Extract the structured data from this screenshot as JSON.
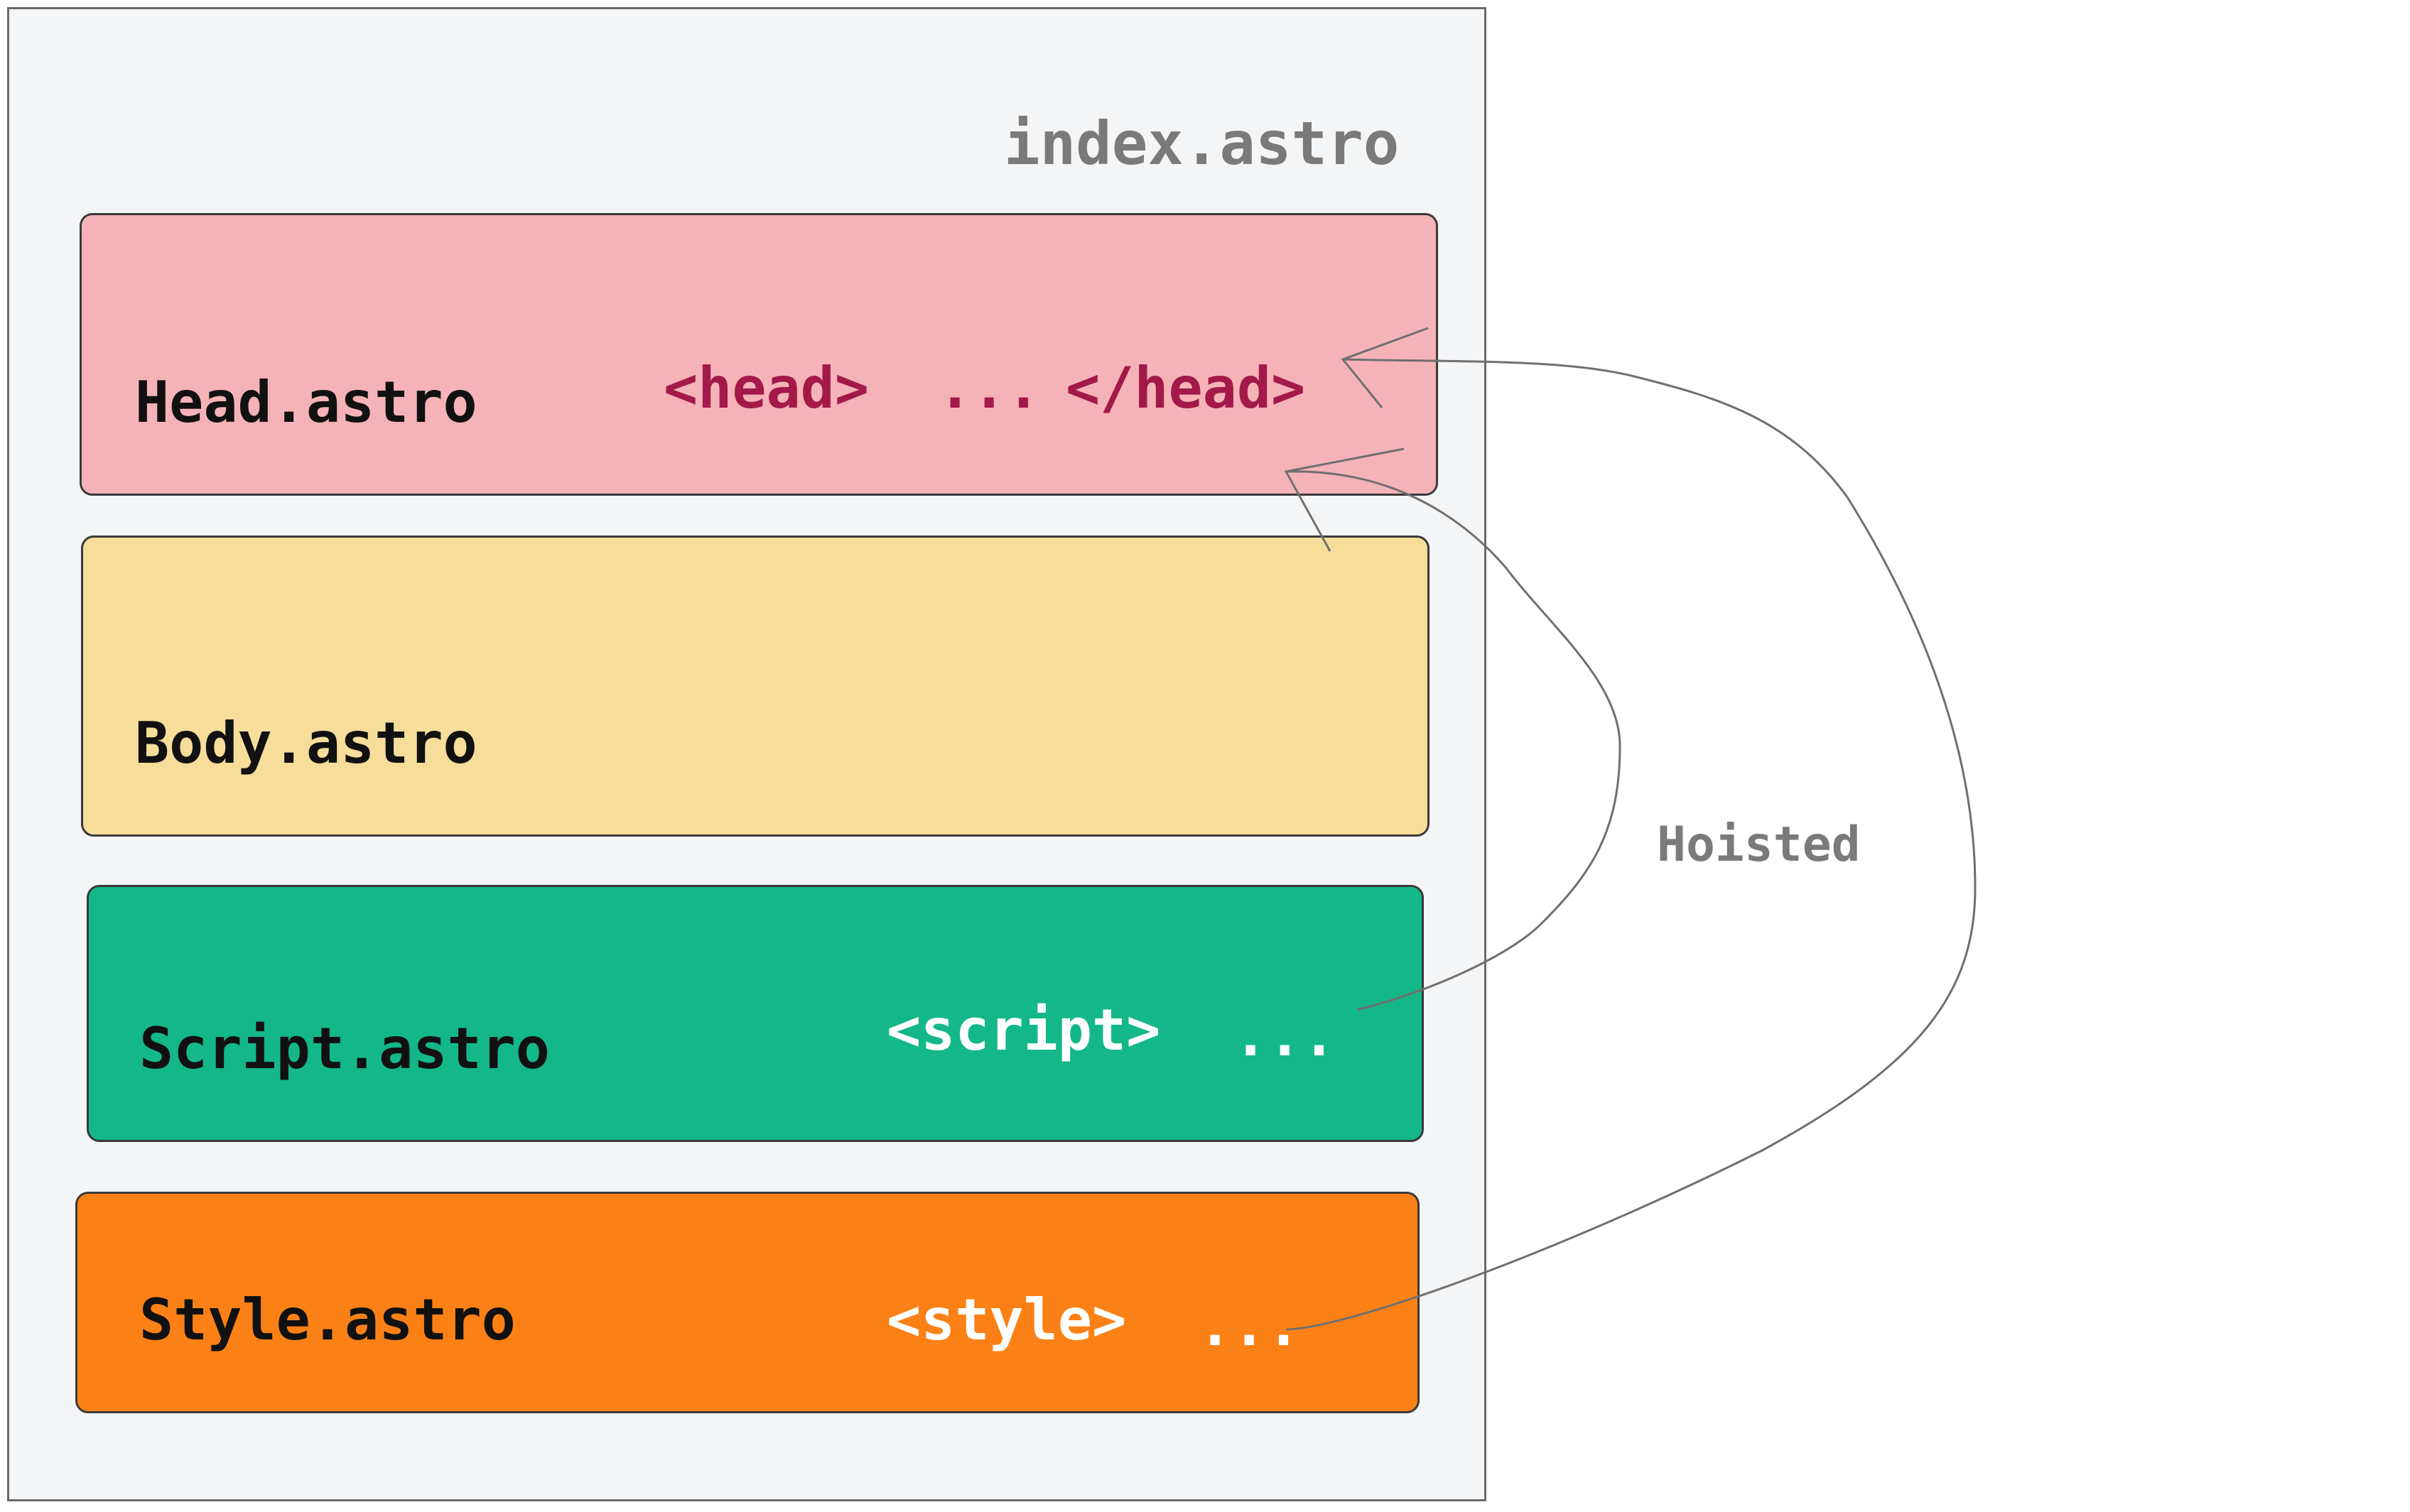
{
  "file": {
    "title": "index.astro"
  },
  "components": {
    "head": {
      "name": "Head.astro",
      "tag_open": "<head>",
      "ellipsis": "...",
      "tag_close": "</head>",
      "color": "#f5b3b8"
    },
    "body": {
      "name": "Body.astro",
      "color": "#f6dd9a"
    },
    "script": {
      "name": "Script.astro",
      "tag": "<script>",
      "ellipsis": "...",
      "color": "#14b888"
    },
    "style": {
      "name": "Style.astro",
      "tag": "<style>",
      "ellipsis": "...",
      "color": "#fb8116"
    }
  },
  "arrow_label": "Hoisted",
  "colors": {
    "tag_text": "#a3194a",
    "outline": "#6b6b6b"
  }
}
